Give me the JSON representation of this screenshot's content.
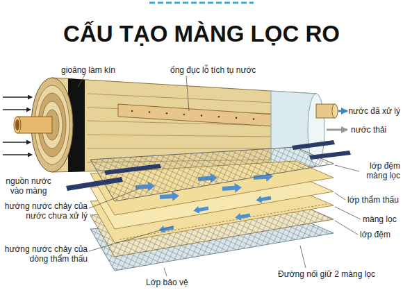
{
  "diagram": {
    "title": "CẤU TẠO MÀNG LỌC RO",
    "labels": [
      "gioăng làm kín",
      "ống đục lỗ tích tụ nước",
      "nước đã xử lý",
      "nước thải",
      "lớp đệm màng lọc",
      "nguồn nước vào màng",
      "lớp thẩm thấu",
      "hướng nước chảy của nước chưa xử lý",
      "màng lọc",
      "lớp đệm",
      "hướng nước chảy của dòng thẩm thấu",
      "Đường nối giữ 2 màng lọc",
      "Lớp bảo vệ"
    ]
  }
}
